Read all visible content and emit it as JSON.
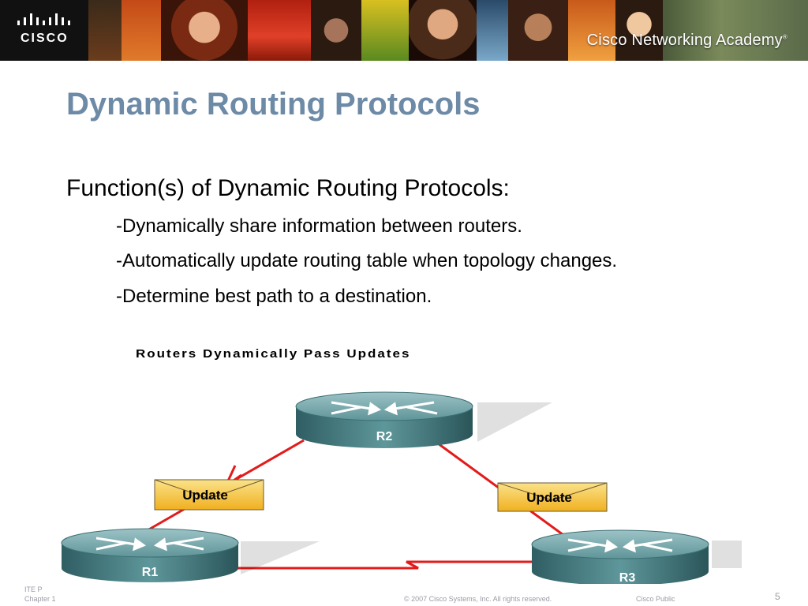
{
  "header": {
    "brand_word": "CISCO",
    "academy_label": "Cisco Networking Academy",
    "academy_mark": "®"
  },
  "slide": {
    "title": "Dynamic Routing Protocols",
    "intro": "Function(s) of Dynamic Routing Protocols:",
    "bullets": [
      "-Dynamically share information between routers.",
      "-Automatically update routing table when topology changes.",
      "-Determine best path to a destination."
    ]
  },
  "diagram": {
    "title": "Routers Dynamically Pass Updates",
    "routers": [
      "R2",
      "R1",
      "R3"
    ],
    "update_label": "Update"
  },
  "footer": {
    "left_line1": "ITE P",
    "left_line2": "Chapter 1",
    "copyright": "© 2007 Cisco Systems, Inc. All rights reserved.",
    "classification": "Cisco Public",
    "page_number": "5"
  },
  "colors": {
    "title": "#6d8aa6",
    "link_red": "#e31b1b",
    "router_body": "#4f8a8f",
    "update_fill": "#f5c030"
  }
}
